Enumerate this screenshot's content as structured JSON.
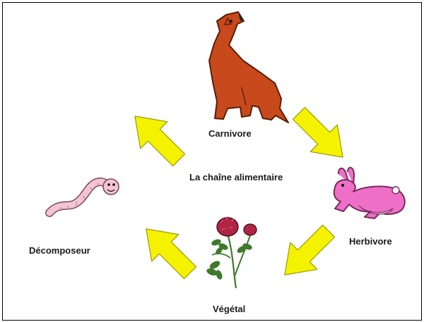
{
  "diagram": {
    "title": "La chaîne alimentaire",
    "nodes": {
      "carnivore": {
        "label": "Carnivore",
        "icon": "wolf-icon"
      },
      "herbivore": {
        "label": "Herbivore",
        "icon": "rabbit-icon"
      },
      "vegetal": {
        "label": "Végétal",
        "icon": "clover-flower-icon"
      },
      "decomposer": {
        "label": "Décomposeur",
        "icon": "worm-icon"
      }
    },
    "edges": [
      {
        "from": "carnivore",
        "to": "herbivore"
      },
      {
        "from": "herbivore",
        "to": "vegetal"
      },
      {
        "from": "vegetal",
        "to": "decomposer"
      },
      {
        "from": "decomposer",
        "to": "carnivore"
      }
    ],
    "colors": {
      "arrow": "#f5f200",
      "arrow_outline": "#9a9a00",
      "wolf": "#c8491c",
      "rabbit": "#ee6fc6",
      "worm": "#f4c4d4",
      "flower": "#b02444",
      "stem": "#3f7a2a"
    }
  }
}
